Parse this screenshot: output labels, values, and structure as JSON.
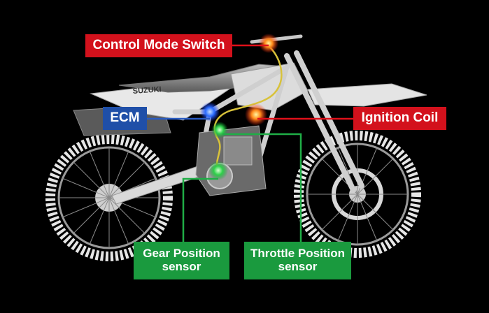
{
  "labels": {
    "control_mode_switch": "Control Mode Switch",
    "ecm": "ECM",
    "ignition_coil": "Ignition Coil",
    "gear_position_line1": "Gear Position",
    "gear_position_line2": "sensor",
    "throttle_position_line1": "Throttle Position",
    "throttle_position_line2": "sensor"
  },
  "bike": {
    "brand_text": "SUZUKI"
  },
  "colors": {
    "background": "#000000",
    "red_label": "#d3111c",
    "blue_label": "#1f4fa8",
    "green_label": "#1a9a3e",
    "red_line": "#e0101a",
    "blue_line": "#2a5cc2",
    "green_line": "#1fae46",
    "harness": "#d8c23a",
    "bike_body": "#f2f2f2"
  }
}
